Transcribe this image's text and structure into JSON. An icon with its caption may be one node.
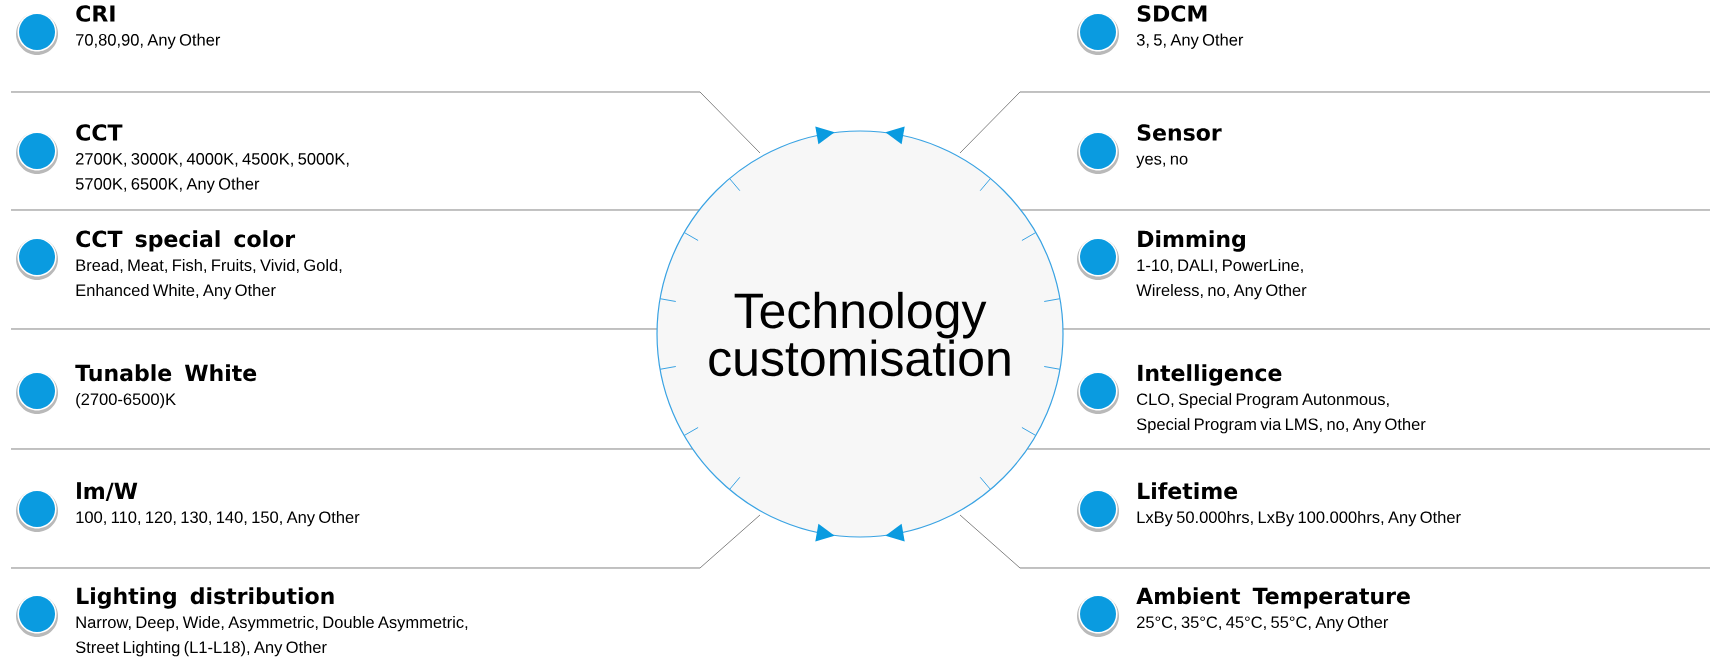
{
  "diagram": {
    "nodes": [
      {
        "text": [
          "CRI",
          "70,80,90, Any Other"
        ]
      },
      {
        "text": [
          "CCT",
          "2700K, 3000K, 4000K, 4500K, 5000K, 5700K, 6500K, Any Other"
        ]
      },
      {
        "text": [
          "CCT special color",
          "Bread, Meat, Fish, Fruits, Vivid, Gold, Enhanced White, Any Other"
        ]
      },
      {
        "text": [
          "Tunable White",
          "(2700-6500)K"
        ]
      },
      {
        "text": [
          "lm/W",
          "100, 110, 120, 130, 140, 150, Any Other"
        ]
      },
      {
        "text": [
          "Lighting distribution",
          "Narrow, Deep, Wide, Asymmetric, Double Asymmetric, Street Lighting (L1-L18), Any Other"
        ]
      },
      {
        "text": [
          "Technology customisation"
        ]
      },
      {
        "text": [
          "SDCM",
          "3, 5, Any Other"
        ]
      },
      {
        "text": [
          "Sensor",
          "yes, no"
        ]
      },
      {
        "text": [
          "Dimming",
          "1-10, DALI, PowerLine, Wireless, no, Any Other"
        ]
      },
      {
        "text": [
          "Intelligence",
          "CLO, Special Program Autonmous, Special Program via LMS, no, Any Other"
        ]
      },
      {
        "text": [
          "Lifetime",
          "LxBy 50.000hrs, LxBy 100.000hrs, Any Other"
        ]
      },
      {
        "text": [
          "Ambient Temperature",
          "25°C, 35°C, 45°C, 55°C, Any Other"
        ]
      }
    ]
  }
}
